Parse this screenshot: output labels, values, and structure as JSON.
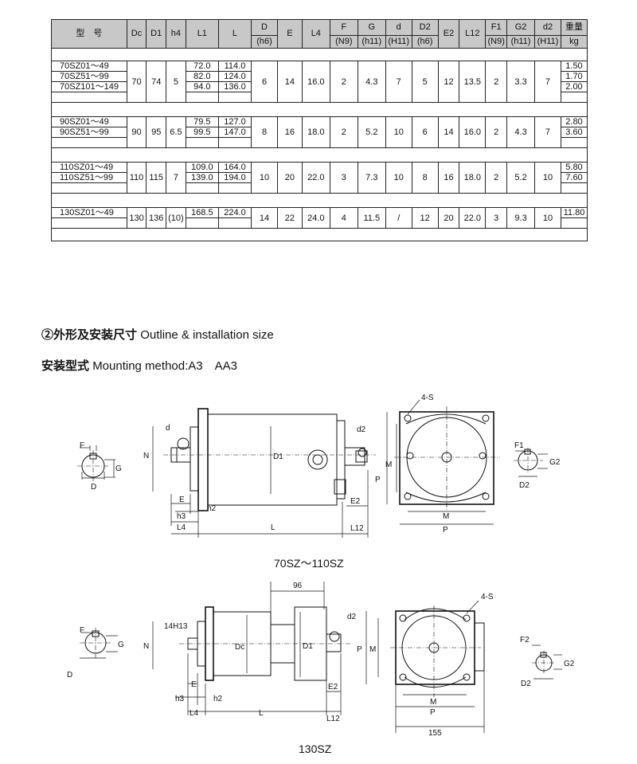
{
  "table": {
    "header_top": [
      "型　号",
      "Dc",
      "D1",
      "h4",
      "L1",
      "L",
      "D",
      "E",
      "L4",
      "F",
      "G",
      "d",
      "D2",
      "E2",
      "L12",
      "F1",
      "G2",
      "d2",
      "重量"
    ],
    "header_bottom": [
      "(h6)",
      "(N9)",
      "(h11)",
      "(H11)",
      "(h6)",
      "(N9)",
      "(h11)",
      "(H11)",
      "kg"
    ],
    "groups": [
      {
        "models": [
          "70SZ01～49",
          "70SZ51～99",
          "70SZ101～149"
        ],
        "L1": [
          "72.0",
          "82.0",
          "94.0"
        ],
        "L": [
          "114.0",
          "124.0",
          "136.0"
        ],
        "weight": [
          "1.50",
          "1.70",
          "2.00"
        ],
        "Dc": "70",
        "D1": "74",
        "h4": "5",
        "D": "6",
        "E": "14",
        "L4": "16.0",
        "F": "2",
        "G": "4.3",
        "d": "7",
        "D2": "5",
        "E2": "12",
        "L12": "13.5",
        "F1": "2",
        "G2": "3.3",
        "d2": "7"
      },
      {
        "models": [
          "90SZ01～49",
          "90SZ51～99"
        ],
        "L1": [
          "79.5",
          "99.5"
        ],
        "L": [
          "127.0",
          "147.0"
        ],
        "weight": [
          "2.80",
          "3.60"
        ],
        "Dc": "90",
        "D1": "95",
        "h4": "6.5",
        "D": "8",
        "E": "16",
        "L4": "18.0",
        "F": "2",
        "G": "5.2",
        "d": "10",
        "D2": "6",
        "E2": "14",
        "L12": "16.0",
        "F1": "2",
        "G2": "4.3",
        "d2": "7"
      },
      {
        "models": [
          "110SZ01～49",
          "110SZ51～99"
        ],
        "L1": [
          "109.0",
          "139.0"
        ],
        "L": [
          "164.0",
          "194.0"
        ],
        "weight": [
          "5.80",
          "7.60"
        ],
        "Dc": "110",
        "D1": "115",
        "h4": "7",
        "D": "10",
        "E": "20",
        "L4": "22.0",
        "F": "3",
        "G": "7.3",
        "d": "10",
        "D2": "8",
        "E2": "16",
        "L12": "18.0",
        "F1": "2",
        "G2": "5.2",
        "d2": "10"
      },
      {
        "models": [
          "130SZ01～49"
        ],
        "L1": [
          "168.5"
        ],
        "L": [
          "224.0"
        ],
        "weight": [
          "11.80"
        ],
        "Dc": "130",
        "D1": "136",
        "h4": "(10)",
        "D": "14",
        "E": "22",
        "L4": "24.0",
        "F": "4",
        "G": "11.5",
        "d": "/",
        "D2": "12",
        "E2": "20",
        "L12": "22.0",
        "F1": "3",
        "G2": "9.3",
        "d2": "10"
      }
    ]
  },
  "section1": {
    "cn": "②外形及安装尺寸",
    "en": "Outline & installation size"
  },
  "section2": {
    "cn": "安装型式",
    "en": "Mounting method:A3　AA3"
  },
  "drawing_labels": {
    "F": "F",
    "G": "G",
    "D": "D",
    "d": "d",
    "N": "N",
    "D1": "D1",
    "d2": "d2",
    "P": "P",
    "M": "M",
    "S4": "4-S",
    "F1": "F1",
    "G2": "G2",
    "D2": "D2",
    "E": "E",
    "h2": "h2",
    "h3": "h3",
    "L4": "L4",
    "L": "L",
    "E2": "E2",
    "L12": "L12",
    "Dc": "Dc",
    "dim96": "96",
    "H13": "14H13",
    "F2": "F2",
    "dim155": "155"
  },
  "caption1": "70SZ～110SZ",
  "caption2": "130SZ"
}
